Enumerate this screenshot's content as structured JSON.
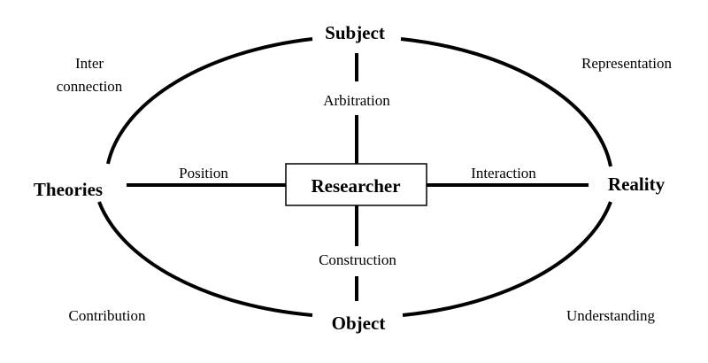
{
  "nodes": {
    "top": "Subject",
    "left": "Theories",
    "right": "Reality",
    "bottom": "Object",
    "center": "Researcher"
  },
  "axis_labels": {
    "top": "Arbitration",
    "left": "Position",
    "right": "Interaction",
    "bottom": "Construction"
  },
  "quadrants": {
    "top_left_line1": "Inter",
    "top_left_line2": "connection",
    "top_right": "Representation",
    "bottom_left": "Contribution",
    "bottom_right": "Understanding"
  }
}
